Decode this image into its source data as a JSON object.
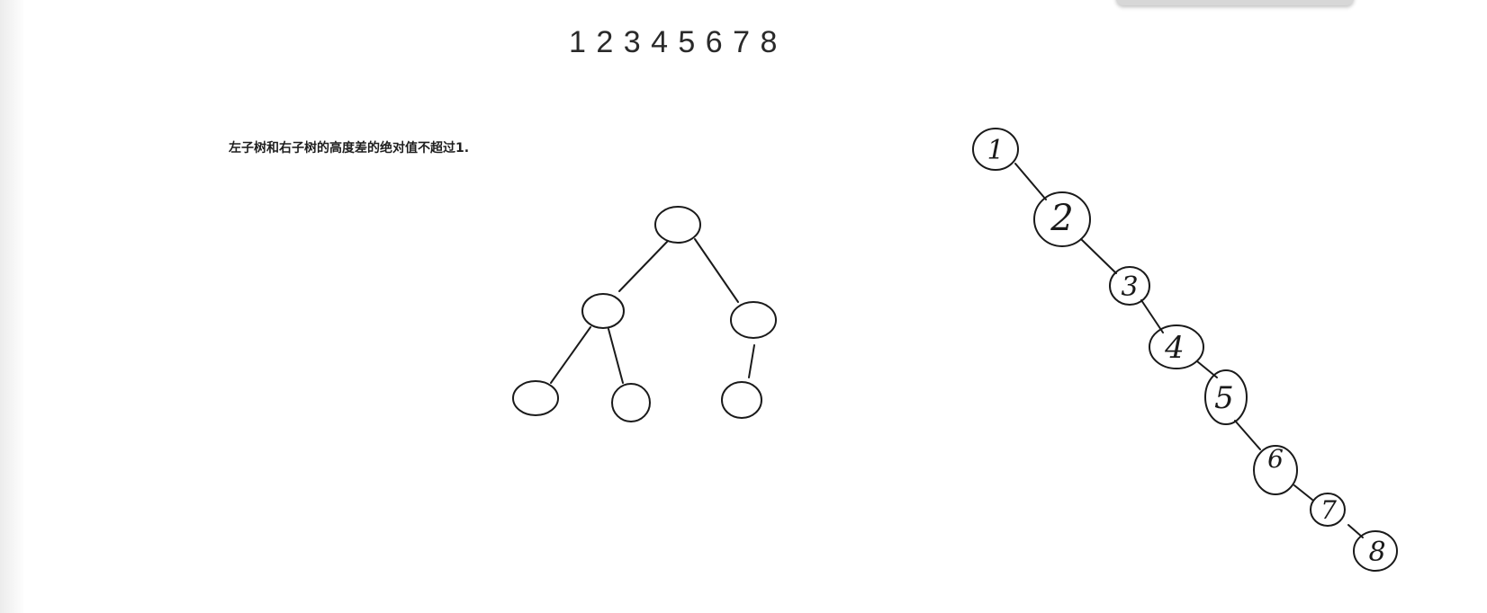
{
  "sequence_text": "1 2 3 4 5 6 7 8",
  "note": "左子树和右子树的高度差的绝对值不超过1.",
  "skewed_tree": {
    "nodes": [
      "1",
      "2",
      "3",
      "4",
      "5",
      "6",
      "7",
      "8"
    ]
  }
}
